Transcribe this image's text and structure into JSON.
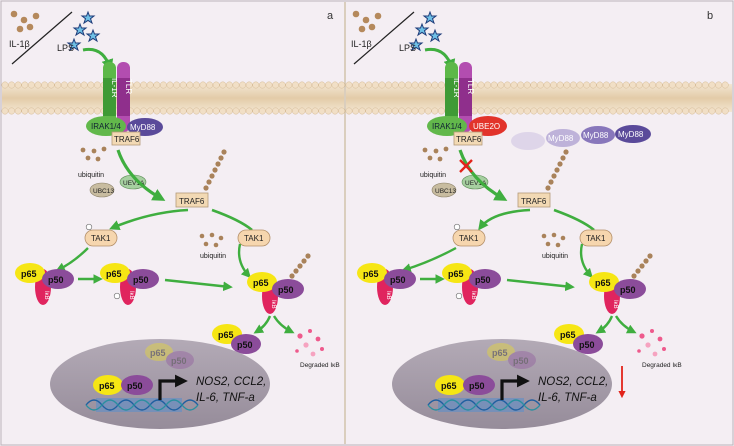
{
  "panels": [
    {
      "letter": "a",
      "il1b": "IL-1β",
      "lps": "LPS",
      "il1r": "IL-1R",
      "tlr": "TLR",
      "irak": "IRAK1/4",
      "myd88": "MyD88",
      "traf6_top": "TRAF6",
      "ubiquitin1": "ubiquitin",
      "ubc13": "UBC13",
      "uev1a": "UEV1A",
      "traf6_mid": "TRAF6",
      "tak1_left": "TAK1",
      "tak1_right": "TAK1",
      "ubiquitin2": "ubiquitin",
      "p65": "p65",
      "p50": "p50",
      "ikb": "IκB",
      "degraded": "Degraded IκB",
      "genes_line1": "NOS2, CCL2,",
      "genes_line2": "IL-6, TNF-a"
    },
    {
      "letter": "b",
      "il1b": "IL-1β",
      "lps": "LPS",
      "il1r": "IL-1R",
      "tlr": "TLR",
      "irak": "IRAK1/4",
      "ube2o": "UBE2O",
      "myd88": "MyD88",
      "traf6_top": "TRAF6",
      "ubiquitin1": "ubiquitin",
      "ubc13": "UBC13",
      "uev1a": "UEV1A",
      "traf6_mid": "TRAF6",
      "tak1_left": "TAK1",
      "tak1_right": "TAK1",
      "ubiquitin2": "ubiquitin",
      "p65": "p65",
      "p50": "p50",
      "ikb": "IκB",
      "degraded": "Degraded IκB",
      "genes_line1": "NOS2, CCL2,",
      "genes_line2": "IL-6, TNF-a"
    }
  ],
  "colors": {
    "background": "#f4eef3",
    "membrane": "#ecd9bd",
    "arrow_green": "#3fae3f",
    "p65_yellow": "#f6e614",
    "p50_purple": "#8b4c9a",
    "ikb_pink": "#e0245e",
    "nucleus": "#a49ba8",
    "ube2o_red": "#e2332a",
    "inhibit_red": "#e2231a"
  }
}
